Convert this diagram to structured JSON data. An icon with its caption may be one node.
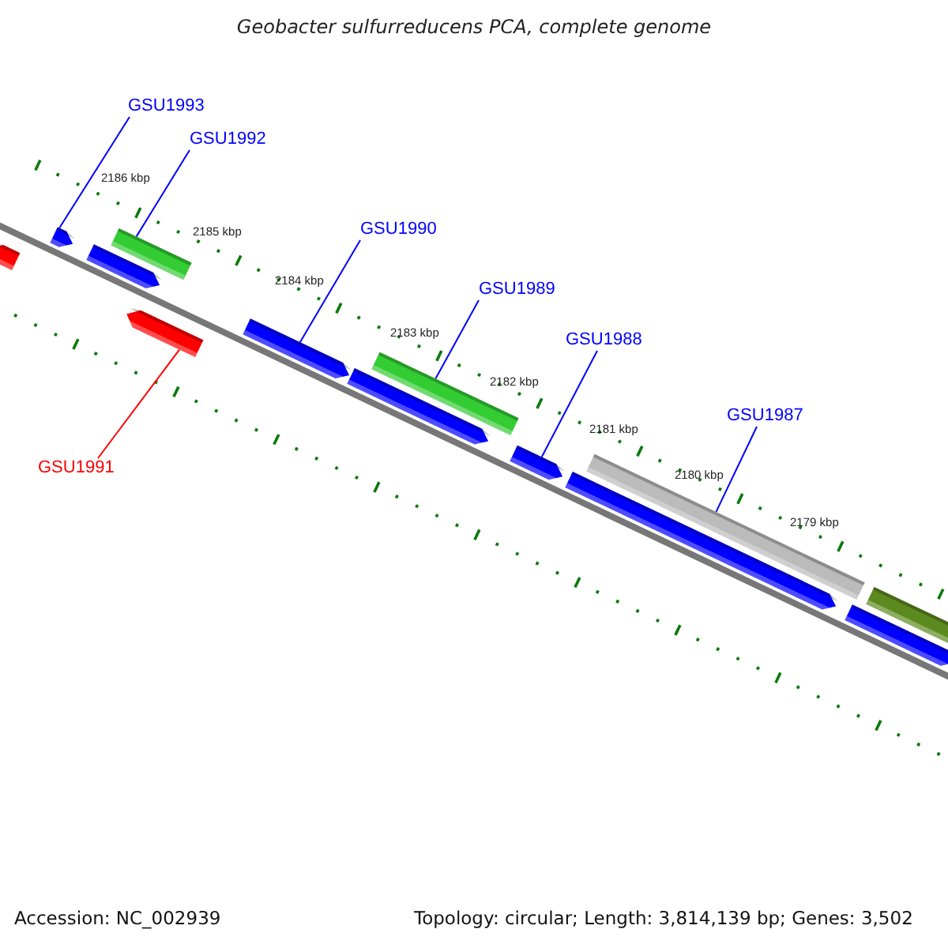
{
  "diagram": {
    "title": "Geobacter sulfurreducens PCA, complete genome",
    "nodes": [
      {
        "text": [
          "GSU1993"
        ]
      },
      {
        "text": [
          "GSU1992"
        ]
      },
      {
        "text": [
          "GSU1990"
        ]
      },
      {
        "text": [
          "GSU1989"
        ]
      },
      {
        "text": [
          "GSU1988"
        ]
      },
      {
        "text": [
          "GSU1987"
        ]
      },
      {
        "text": [
          "GSU1991"
        ]
      },
      {
        "text": [],
        "shape": "arrow"
      },
      {
        "text": [],
        "shape": "arrow"
      },
      {
        "text": [],
        "shape": "arrow"
      },
      {
        "text": [],
        "shape": "bar"
      },
      {
        "text": [],
        "shape": "arrow"
      },
      {
        "text": [],
        "shape": "arrow"
      },
      {
        "text": [],
        "shape": "arrow"
      },
      {
        "text": [],
        "shape": "bar"
      },
      {
        "text": [],
        "shape": "arrow"
      },
      {
        "text": [],
        "shape": "arrow"
      },
      {
        "text": [],
        "shape": "bar"
      },
      {
        "text": [],
        "shape": "arrow"
      },
      {
        "text": [],
        "shape": "bar"
      }
    ],
    "edges": [
      {
        "from": 0,
        "to": 8,
        "arrow": "none"
      },
      {
        "from": 1,
        "to": 10,
        "arrow": "none"
      },
      {
        "from": 2,
        "to": 12,
        "arrow": "none"
      },
      {
        "from": 3,
        "to": 14,
        "arrow": "none"
      },
      {
        "from": 4,
        "to": 15,
        "arrow": "none"
      },
      {
        "from": 5,
        "to": 17,
        "arrow": "none"
      },
      {
        "from": 6,
        "to": 11,
        "arrow": "none",
        "color": "#ff0000"
      }
    ],
    "labels": [
      "2186 kbp",
      "2185 kbp",
      "2184 kbp",
      "2183 kbp",
      "2182 kbp",
      "2181 kbp",
      "2180 kbp",
      "2179 kbp",
      "Accession: NC_002939",
      "Topology: circular; Length: 3,814,139 bp; Genes: 3,502"
    ]
  }
}
